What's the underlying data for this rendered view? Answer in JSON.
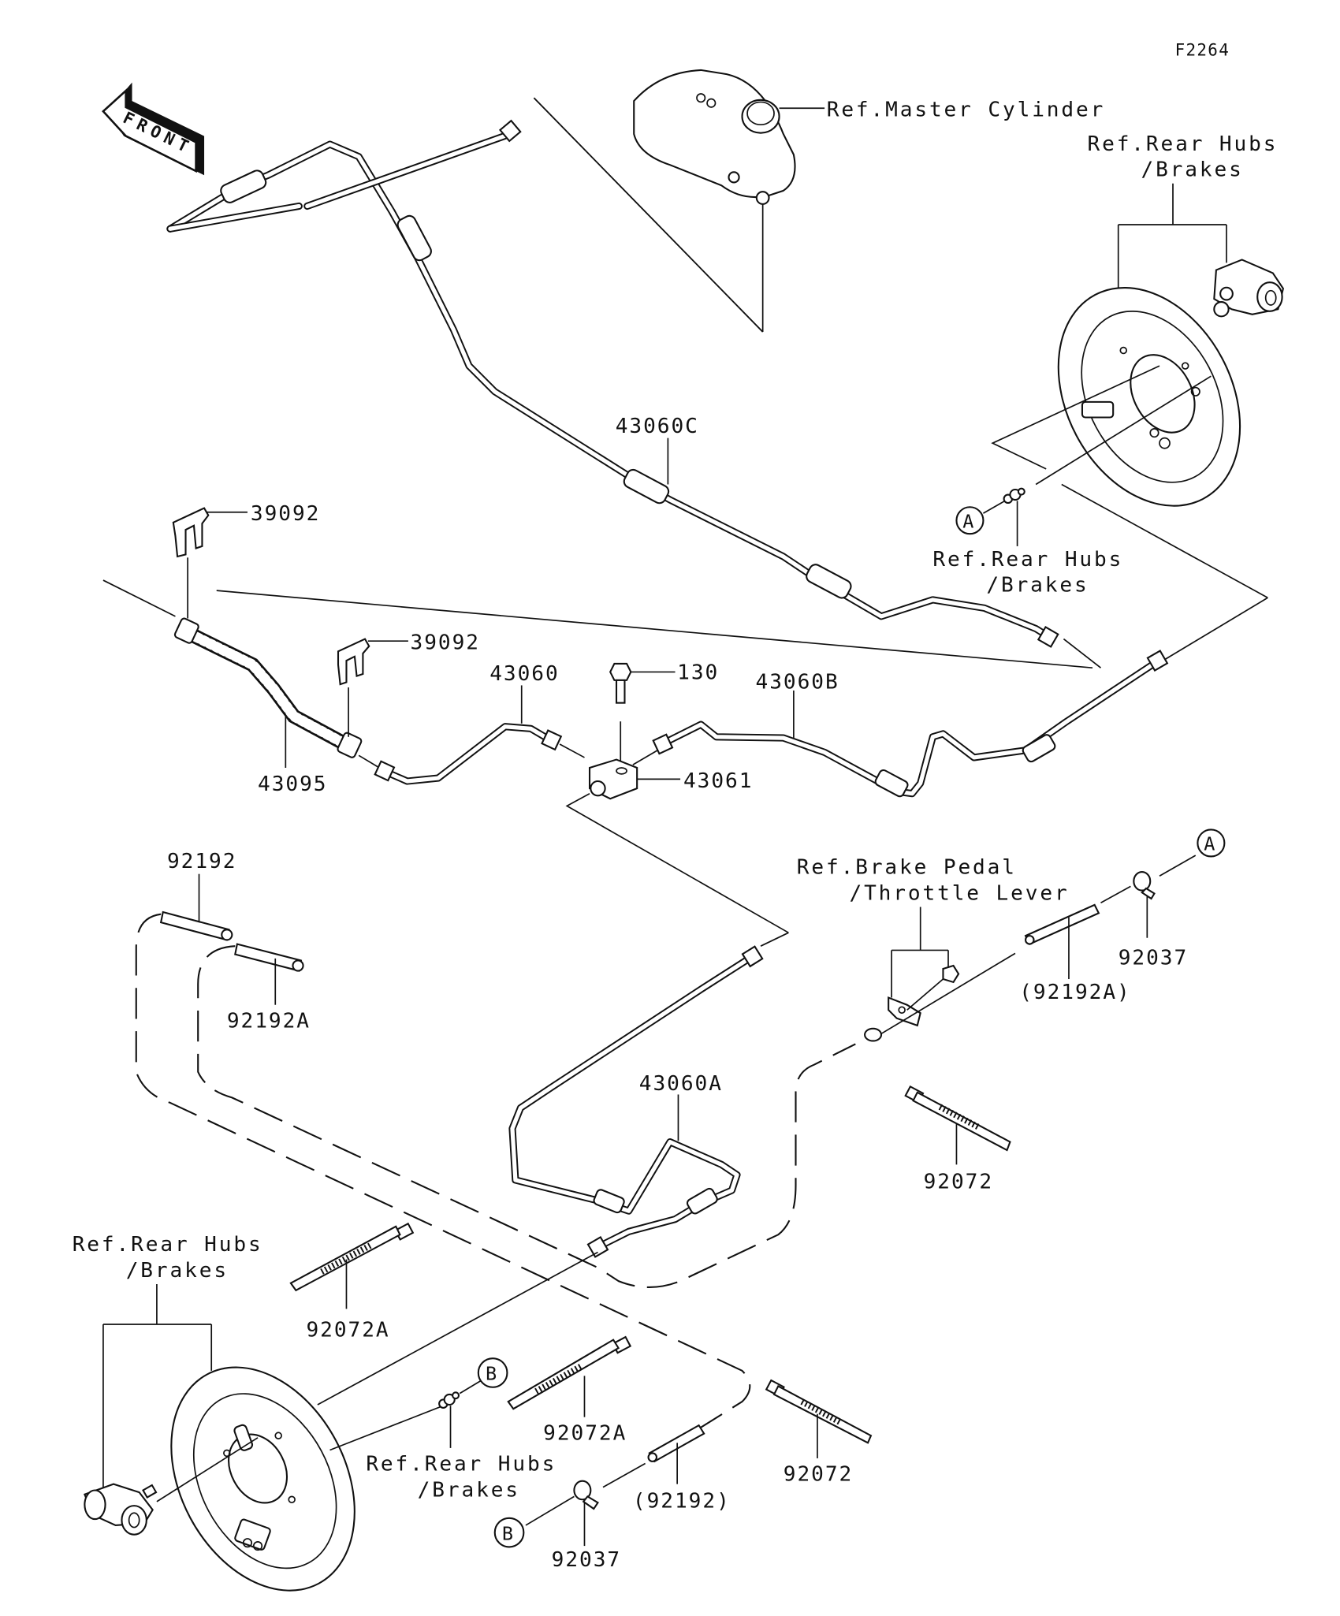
{
  "diagram": {
    "code": "F2264",
    "front_arrow": "FRONT",
    "refs": {
      "master_cylinder": "Ref.Master Cylinder",
      "rear_hubs_top_line1": "Ref.Rear Hubs",
      "rear_hubs_top_line2": "/Brakes",
      "rear_hubs_a_line1": "Ref.Rear Hubs",
      "rear_hubs_a_line2": "/Brakes",
      "brake_pedal_line1": "Ref.Brake Pedal",
      "brake_pedal_line2": "/Throttle Lever",
      "rear_hubs_left_line1": "Ref.Rear Hubs",
      "rear_hubs_left_line2": "/Brakes",
      "rear_hubs_b_line1": "Ref.Rear Hubs",
      "rear_hubs_b_line2": "/Brakes"
    },
    "connectors": {
      "a_top": "A",
      "a_right": "A",
      "b_top": "B",
      "b_bottom": "B"
    },
    "parts": {
      "p43060C": "43060C",
      "p39092_1": "39092",
      "p39092_2": "39092",
      "p43095": "43095",
      "p43060": "43060",
      "p130": "130",
      "p43061": "43061",
      "p43060B": "43060B",
      "p92192": "92192",
      "p92192A": "92192A",
      "p92192A_paren": "(92192A)",
      "p92037_top": "92037",
      "p92072_right": "92072",
      "p43060A": "43060A",
      "p92072A_left": "92072A",
      "p92072A_mid": "92072A",
      "p92072_bottom": "92072",
      "p92192_paren": "(92192)",
      "p92037_bottom": "92037"
    }
  }
}
